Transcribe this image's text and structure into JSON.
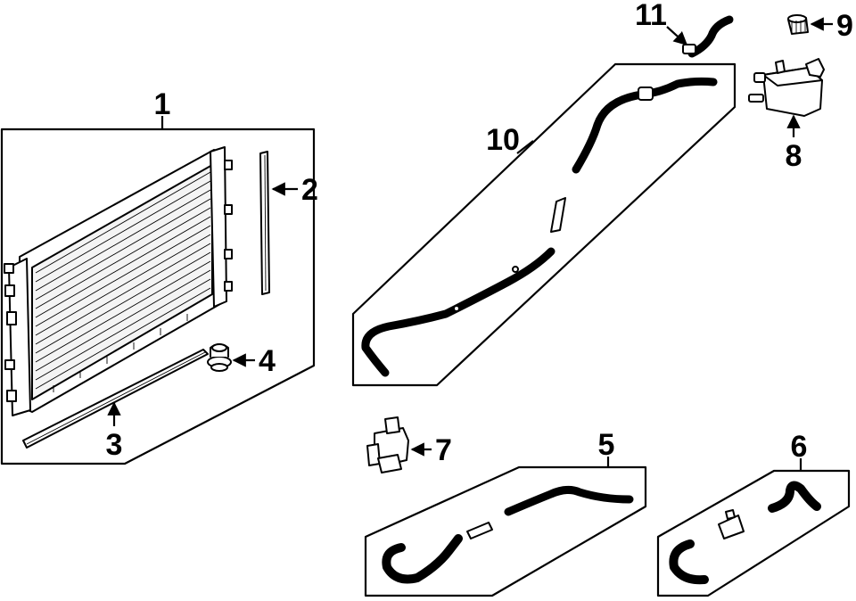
{
  "callouts": [
    {
      "id": "1",
      "label": "1"
    },
    {
      "id": "2",
      "label": "2"
    },
    {
      "id": "3",
      "label": "3"
    },
    {
      "id": "4",
      "label": "4"
    },
    {
      "id": "5",
      "label": "5"
    },
    {
      "id": "6",
      "label": "6"
    },
    {
      "id": "7",
      "label": "7"
    },
    {
      "id": "8",
      "label": "8"
    },
    {
      "id": "9",
      "label": "9"
    },
    {
      "id": "10",
      "label": "10"
    },
    {
      "id": "11",
      "label": "11"
    }
  ],
  "icons": [
    "radiator",
    "seal",
    "lower-seal",
    "mount-bushing",
    "hose-kit",
    "valve",
    "reservoir",
    "cap",
    "upper-hose",
    "connector-hose"
  ]
}
